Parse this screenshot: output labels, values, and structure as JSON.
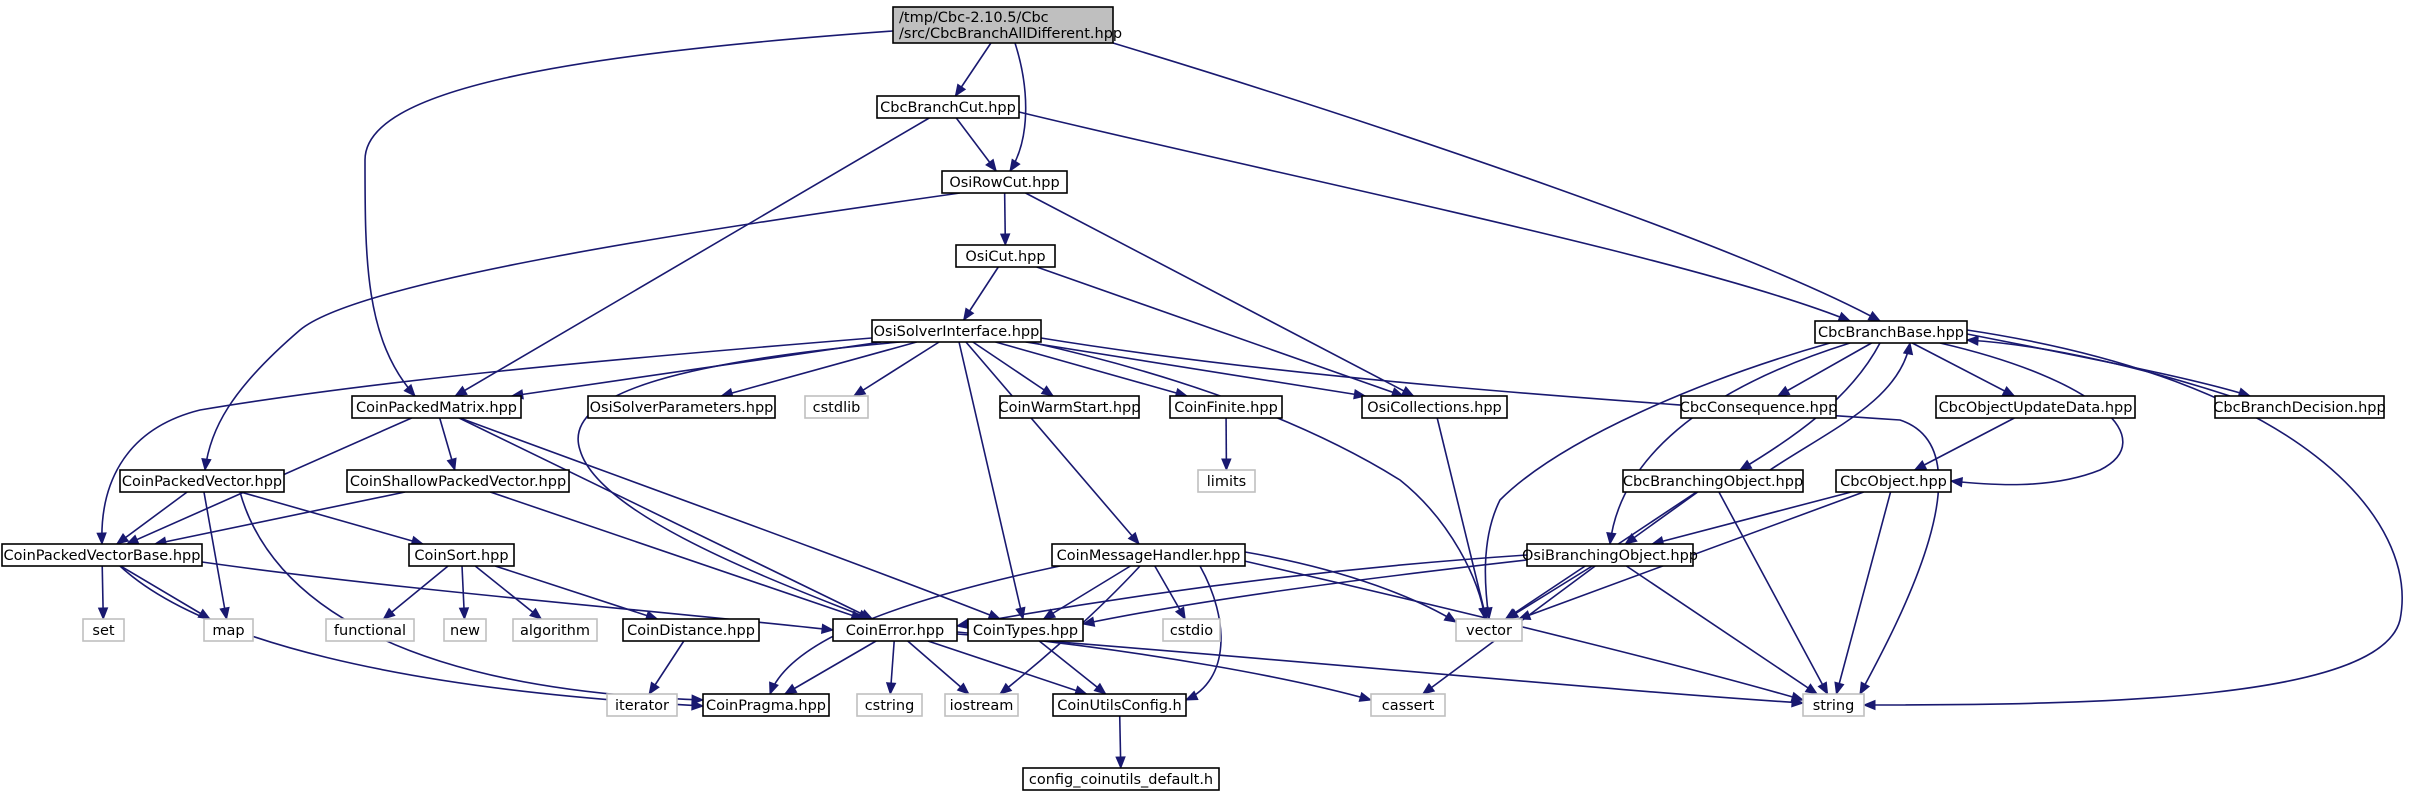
{
  "diagram": {
    "nodes": [
      {
        "id": "root",
        "lines": [
          "/tmp/Cbc-2.10.5/Cbc",
          "/src/CbcBranchAllDifferent.hpp"
        ],
        "kind": "root"
      },
      {
        "id": "cbcbranchcut",
        "lines": [
          "CbcBranchCut.hpp"
        ],
        "kind": "file"
      },
      {
        "id": "osirowcut",
        "lines": [
          "OsiRowCut.hpp"
        ],
        "kind": "file"
      },
      {
        "id": "osicut",
        "lines": [
          "OsiCut.hpp"
        ],
        "kind": "file"
      },
      {
        "id": "osisolverinterface",
        "lines": [
          "OsiSolverInterface.hpp"
        ],
        "kind": "file"
      },
      {
        "id": "coinpackedmatrix",
        "lines": [
          "CoinPackedMatrix.hpp"
        ],
        "kind": "file"
      },
      {
        "id": "osisolverparameters",
        "lines": [
          "OsiSolverParameters.hpp"
        ],
        "kind": "file"
      },
      {
        "id": "cstdlib",
        "lines": [
          "cstdlib"
        ],
        "kind": "system"
      },
      {
        "id": "coinwarmstart",
        "lines": [
          "CoinWarmStart.hpp"
        ],
        "kind": "file"
      },
      {
        "id": "coinfinite",
        "lines": [
          "CoinFinite.hpp"
        ],
        "kind": "file"
      },
      {
        "id": "osicollections",
        "lines": [
          "OsiCollections.hpp"
        ],
        "kind": "file"
      },
      {
        "id": "limits",
        "lines": [
          "limits"
        ],
        "kind": "system"
      },
      {
        "id": "coinpackedvector",
        "lines": [
          "CoinPackedVector.hpp"
        ],
        "kind": "file"
      },
      {
        "id": "coinshallowpackedvector",
        "lines": [
          "CoinShallowPackedVector.hpp"
        ],
        "kind": "file"
      },
      {
        "id": "coinpackedvectorbase",
        "lines": [
          "CoinPackedVectorBase.hpp"
        ],
        "kind": "file"
      },
      {
        "id": "coinsort",
        "lines": [
          "CoinSort.hpp"
        ],
        "kind": "file"
      },
      {
        "id": "set",
        "lines": [
          "set"
        ],
        "kind": "system"
      },
      {
        "id": "map",
        "lines": [
          "map"
        ],
        "kind": "system"
      },
      {
        "id": "functional",
        "lines": [
          "functional"
        ],
        "kind": "system"
      },
      {
        "id": "new",
        "lines": [
          "new"
        ],
        "kind": "system"
      },
      {
        "id": "algorithm",
        "lines": [
          "algorithm"
        ],
        "kind": "system"
      },
      {
        "id": "coindistance",
        "lines": [
          "CoinDistance.hpp"
        ],
        "kind": "file"
      },
      {
        "id": "iterator",
        "lines": [
          "iterator"
        ],
        "kind": "system"
      },
      {
        "id": "coinpragma",
        "lines": [
          "CoinPragma.hpp"
        ],
        "kind": "file"
      },
      {
        "id": "coinerror",
        "lines": [
          "CoinError.hpp"
        ],
        "kind": "file"
      },
      {
        "id": "cointypes",
        "lines": [
          "CoinTypes.hpp"
        ],
        "kind": "file"
      },
      {
        "id": "coinmessagehandler",
        "lines": [
          "CoinMessageHandler.hpp"
        ],
        "kind": "file"
      },
      {
        "id": "cstdio",
        "lines": [
          "cstdio"
        ],
        "kind": "system"
      },
      {
        "id": "cstring",
        "lines": [
          "cstring"
        ],
        "kind": "system"
      },
      {
        "id": "iostream",
        "lines": [
          "iostream"
        ],
        "kind": "system"
      },
      {
        "id": "coinutilsconfig",
        "lines": [
          "CoinUtilsConfig.h"
        ],
        "kind": "file"
      },
      {
        "id": "configcoinutils",
        "lines": [
          "config_coinutils_default.h"
        ],
        "kind": "file"
      },
      {
        "id": "cassert",
        "lines": [
          "cassert"
        ],
        "kind": "system"
      },
      {
        "id": "string",
        "lines": [
          "string"
        ],
        "kind": "system"
      },
      {
        "id": "vector",
        "lines": [
          "vector"
        ],
        "kind": "system"
      },
      {
        "id": "cbcbranchbase",
        "lines": [
          "CbcBranchBase.hpp"
        ],
        "kind": "file"
      },
      {
        "id": "cbcconsequence",
        "lines": [
          "CbcConsequence.hpp"
        ],
        "kind": "file"
      },
      {
        "id": "cbcobjectupdatedata",
        "lines": [
          "CbcObjectUpdateData.hpp"
        ],
        "kind": "file"
      },
      {
        "id": "cbcbranchdecision",
        "lines": [
          "CbcBranchDecision.hpp"
        ],
        "kind": "file"
      },
      {
        "id": "cbcbranchingobject",
        "lines": [
          "CbcBranchingObject.hpp"
        ],
        "kind": "file"
      },
      {
        "id": "cbcobject",
        "lines": [
          "CbcObject.hpp"
        ],
        "kind": "file"
      },
      {
        "id": "osibranchingobject",
        "lines": [
          "OsiBranchingObject.hpp"
        ],
        "kind": "file"
      }
    ],
    "edges": [
      [
        "root",
        "cbcbranchcut"
      ],
      [
        "root",
        "osirowcut"
      ],
      [
        "root",
        "coinpackedmatrix"
      ],
      [
        "root",
        "cbcbranchbase"
      ],
      [
        "cbcbranchcut",
        "osirowcut"
      ],
      [
        "cbcbranchcut",
        "coinpackedmatrix"
      ],
      [
        "cbcbranchcut",
        "cbcbranchbase"
      ],
      [
        "osirowcut",
        "osicut"
      ],
      [
        "osirowcut",
        "coinpackedvector"
      ],
      [
        "osirowcut",
        "osicollections"
      ],
      [
        "osicut",
        "osisolverinterface"
      ],
      [
        "osicut",
        "osicollections"
      ],
      [
        "osisolverinterface",
        "coinpackedmatrix"
      ],
      [
        "osisolverinterface",
        "osisolverparameters"
      ],
      [
        "osisolverinterface",
        "cstdlib"
      ],
      [
        "osisolverinterface",
        "coinwarmstart"
      ],
      [
        "osisolverinterface",
        "coinfinite"
      ],
      [
        "osisolverinterface",
        "osicollections"
      ],
      [
        "osisolverinterface",
        "coinpackedvectorbase"
      ],
      [
        "osisolverinterface",
        "coinerror"
      ],
      [
        "osisolverinterface",
        "cointypes"
      ],
      [
        "osisolverinterface",
        "coinmessagehandler"
      ],
      [
        "osisolverinterface",
        "string"
      ],
      [
        "osisolverinterface",
        "vector"
      ],
      [
        "coinfinite",
        "limits"
      ],
      [
        "osicollections",
        "vector"
      ],
      [
        "coinpackedmatrix",
        "coinshallowpackedvector"
      ],
      [
        "coinpackedmatrix",
        "coinpackedvectorbase"
      ],
      [
        "coinpackedmatrix",
        "coinerror"
      ],
      [
        "coinpackedmatrix",
        "cointypes"
      ],
      [
        "coinpackedvector",
        "coinpackedvectorbase"
      ],
      [
        "coinpackedvector",
        "coinsort"
      ],
      [
        "coinpackedvector",
        "map"
      ],
      [
        "coinpackedvector",
        "coinpragma"
      ],
      [
        "coinshallowpackedvector",
        "coinpackedvectorbase"
      ],
      [
        "coinshallowpackedvector",
        "coinerror"
      ],
      [
        "coinpackedvectorbase",
        "set"
      ],
      [
        "coinpackedvectorbase",
        "map"
      ],
      [
        "coinpackedvectorbase",
        "coinerror"
      ],
      [
        "coinpackedvectorbase",
        "coinpragma"
      ],
      [
        "coinsort",
        "functional"
      ],
      [
        "coinsort",
        "new"
      ],
      [
        "coinsort",
        "algorithm"
      ],
      [
        "coinsort",
        "coindistance"
      ],
      [
        "coindistance",
        "iterator"
      ],
      [
        "coinerror",
        "coinpragma"
      ],
      [
        "coinerror",
        "cstring"
      ],
      [
        "coinerror",
        "iostream"
      ],
      [
        "coinerror",
        "coinutilsconfig"
      ],
      [
        "coinerror",
        "cassert"
      ],
      [
        "coinerror",
        "string"
      ],
      [
        "cointypes",
        "coinutilsconfig"
      ],
      [
        "coinutilsconfig",
        "configcoinutils"
      ],
      [
        "coinmessagehandler",
        "coinpragma"
      ],
      [
        "coinmessagehandler",
        "cointypes"
      ],
      [
        "coinmessagehandler",
        "cstdio"
      ],
      [
        "coinmessagehandler",
        "iostream"
      ],
      [
        "coinmessagehandler",
        "coinutilsconfig"
      ],
      [
        "coinmessagehandler",
        "vector"
      ],
      [
        "coinmessagehandler",
        "string"
      ],
      [
        "cbcbranchbase",
        "cbcconsequence"
      ],
      [
        "cbcbranchbase",
        "cbcobjectupdatedata"
      ],
      [
        "cbcbranchbase",
        "cbcbranchdecision"
      ],
      [
        "cbcbranchbase",
        "cbcbranchingobject"
      ],
      [
        "cbcbranchbase",
        "cbcobject"
      ],
      [
        "cbcbranchbase",
        "osibranchingobject"
      ],
      [
        "cbcbranchbase",
        "vector"
      ],
      [
        "cbcbranchbase",
        "string"
      ],
      [
        "cbcbranchdecision",
        "cbcbranchbase"
      ],
      [
        "cbcbranchingobject",
        "cbcbranchbase"
      ],
      [
        "cbcobjectupdatedata",
        "cbcobject"
      ],
      [
        "cbcbranchingobject",
        "osibranchingobject"
      ],
      [
        "cbcbranchingobject",
        "string"
      ],
      [
        "cbcbranchingobject",
        "vector"
      ],
      [
        "cbcobject",
        "osibranchingobject"
      ],
      [
        "cbcobject",
        "string"
      ],
      [
        "cbcobject",
        "vector"
      ],
      [
        "osibranchingobject",
        "coinerror"
      ],
      [
        "osibranchingobject",
        "cointypes"
      ],
      [
        "osibranchingobject",
        "cassert"
      ],
      [
        "osibranchingobject",
        "string"
      ],
      [
        "osibranchingobject",
        "vector"
      ]
    ]
  }
}
